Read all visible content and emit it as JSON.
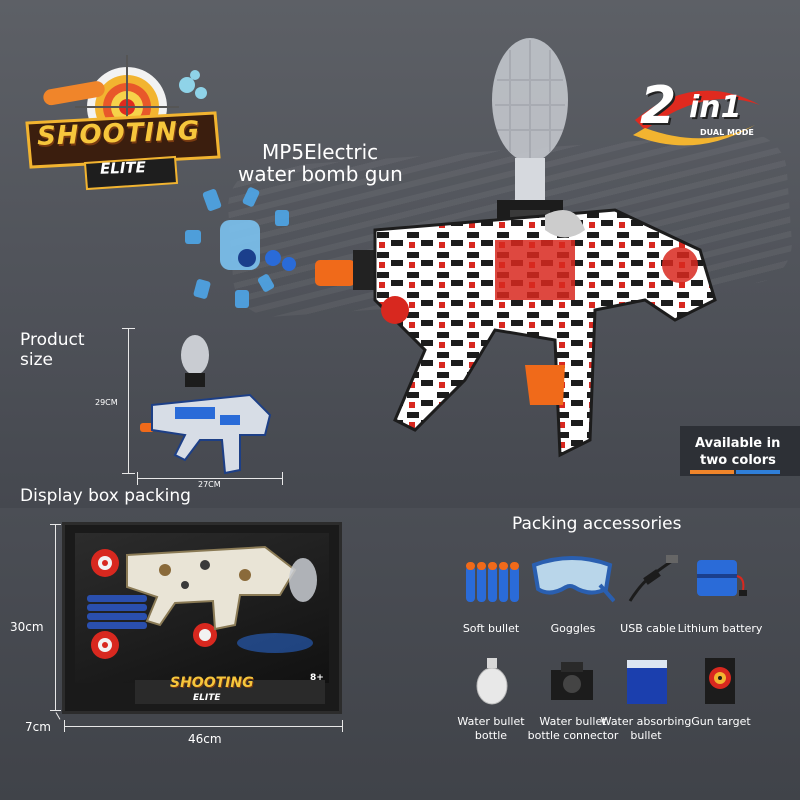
{
  "logo": {
    "line1": "SHOOTING",
    "line2": "ELITE"
  },
  "headline": {
    "line1": "MP5Electric",
    "line2": "water bomb gun"
  },
  "badge": {
    "big": "2",
    "in1": "in1",
    "mode": "DUAL MODE"
  },
  "product_size": {
    "line1": "Product",
    "line2": "size",
    "height": "29CM",
    "width": "27CM"
  },
  "colors_note": {
    "line1": "Available in",
    "line2": "two colors"
  },
  "display_box": {
    "title": "Display box packing",
    "height": "30cm",
    "depth": "7cm",
    "width": "46cm",
    "age": "8+",
    "brand1": "SHOOTING",
    "brand2": "ELITE"
  },
  "accessories": {
    "title": "Packing accessories",
    "items": [
      {
        "label": "Soft bullet"
      },
      {
        "label": "Goggles"
      },
      {
        "label": "USB cable"
      },
      {
        "label": "Lithium battery"
      },
      {
        "label": "Water bullet bottle"
      },
      {
        "label": "Water bullet bottle connector"
      },
      {
        "label": "Water absorbing bullet"
      },
      {
        "label": "Gun target"
      }
    ]
  },
  "colors": {
    "orange": "#f0852a",
    "blue": "#2f7fd8",
    "red": "#e02a1f",
    "gold": "#f2b430"
  }
}
